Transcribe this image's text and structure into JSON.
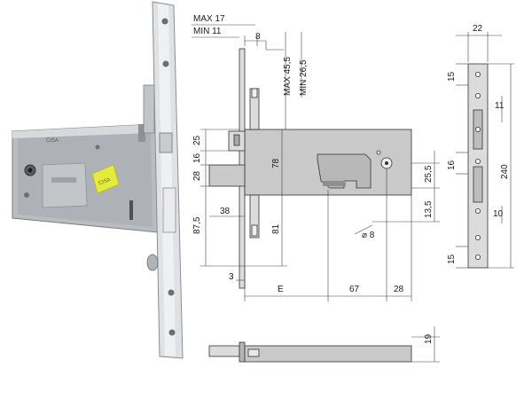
{
  "photo": {
    "sticker_text": "CISA",
    "case_label": "CISA"
  },
  "dimensions": {
    "max_backset": "MAX 17",
    "min_backset": "MIN 11",
    "d8_top": "8",
    "max_45": "MAX 45,5",
    "min_26": "MIN 26,5",
    "d25": "25",
    "d16": "16",
    "d28": "28",
    "d78": "78",
    "d38": "38",
    "d87": "87,5",
    "d81": "81",
    "d3": "3",
    "dE": "E",
    "d67": "67",
    "d28b": "28",
    "d25_5": "25,5",
    "d13_5": "13,5",
    "dia8": "⌀ 8",
    "d22": "22",
    "d15a": "15",
    "d11": "11",
    "d16b": "16",
    "d240": "240",
    "d10": "10",
    "d15b": "15",
    "d19": "19"
  }
}
